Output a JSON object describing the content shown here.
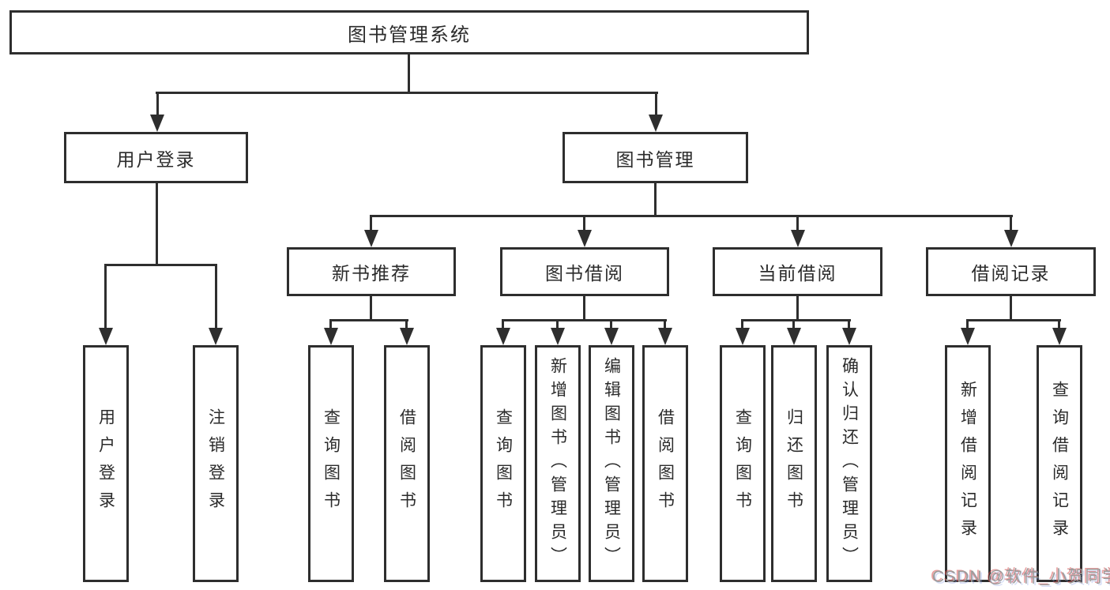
{
  "diagram": {
    "root": {
      "label": "图书管理系统"
    },
    "level2": [
      {
        "label": "用户登录"
      },
      {
        "label": "图书管理"
      }
    ],
    "level3": [
      {
        "label": "新书推荐"
      },
      {
        "label": "图书借阅"
      },
      {
        "label": "当前借阅"
      },
      {
        "label": "借阅记录"
      }
    ],
    "leaves": {
      "user_login": [
        "用户登录",
        "注销登录"
      ],
      "new_books": [
        "查询图书",
        "借阅图书"
      ],
      "book_borrow": [
        "查询图书",
        "新增图书（管理员）",
        "编辑图书（管理员）",
        "借阅图书"
      ],
      "current_borrow": [
        "查询图书",
        "归还图书",
        "确认归还（管理员）"
      ],
      "borrow_records": [
        "新增借阅记录",
        "查询借阅记录"
      ]
    }
  },
  "watermark": {
    "text": "CSDN @软件_小贺同学"
  },
  "colors": {
    "line": "#2e2e2e",
    "text": "#2b2b2b",
    "background": "#ffffff",
    "watermark": "#9b9b9b"
  }
}
